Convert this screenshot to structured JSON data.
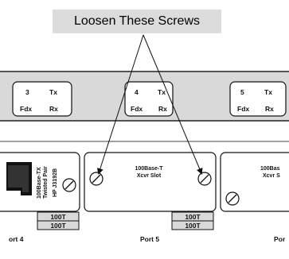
{
  "callout": {
    "label": "Loosen These Screws"
  },
  "led_groups": [
    {
      "number": "3",
      "tx": "Tx",
      "fdx": "Fdx",
      "rx": "Rx"
    },
    {
      "number": "4",
      "tx": "Tx",
      "fdx": "Fdx",
      "rx": "Rx"
    },
    {
      "number": "5",
      "tx": "Tx",
      "fdx": "Fdx",
      "rx": "Rx"
    }
  ],
  "port4": {
    "media_line1": "100Base-TX",
    "media_line2": "Twisted Pair",
    "model": "HP J3192B",
    "speed_top": "100T",
    "speed_bottom": "100T",
    "label": "ort 4"
  },
  "port5": {
    "slot_line1": "100Base-T",
    "slot_line2": "Xcvr Slot",
    "speed_top": "100T",
    "speed_bottom": "100T",
    "label": "Port 5"
  },
  "port6": {
    "slot_line1": "100Bas",
    "slot_line2": "Xcvr S",
    "label": "Por"
  }
}
